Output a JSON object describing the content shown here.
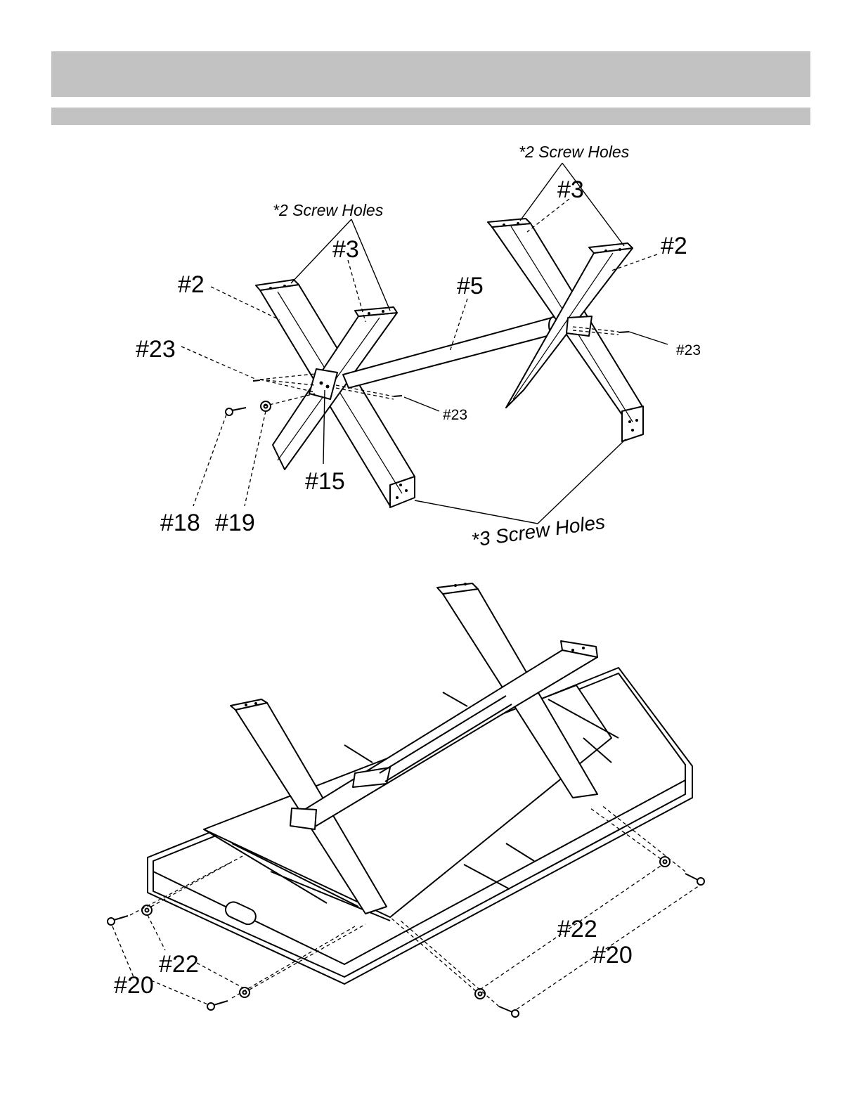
{
  "labels": {
    "note_top_right": "*2 Screw Holes",
    "note_top_left": "*2 Screw Holes",
    "p3_right": "#3",
    "p3_left": "#3",
    "p2_right": "#2",
    "p2_left": "#2",
    "p5": "#5",
    "p23_left": "#23",
    "p23_right": "#23",
    "p23_mid": "#23",
    "p15": "#15",
    "p18": "#18",
    "p19": "#19",
    "note_bottom": "*3 Screw Holes",
    "p22_right": "#22",
    "p20_right": "#20",
    "p22_left": "#22",
    "p20_left": "#20"
  }
}
